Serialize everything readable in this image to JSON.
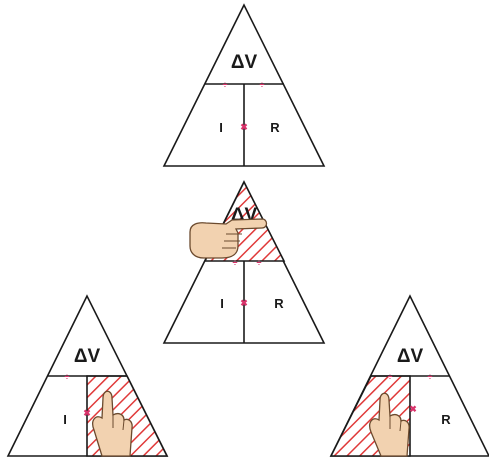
{
  "diagrams": [
    {
      "top": "ΔV",
      "left": "I",
      "right": "R",
      "shaded": "none"
    },
    {
      "top": "ΔV",
      "left": "I",
      "right": "R",
      "shaded": "top"
    },
    {
      "top": "ΔV",
      "left": "I",
      "right": "",
      "shaded": "right"
    },
    {
      "top": "ΔV",
      "left": "",
      "right": "R",
      "shaded": "left"
    }
  ],
  "symbols": {
    "multiply": "✖",
    "divide": "÷"
  },
  "colors": {
    "hatch": "#e03a3a",
    "operator": "#d9336b",
    "outline": "#1a1a1a",
    "skin": "#f2d2b0"
  }
}
